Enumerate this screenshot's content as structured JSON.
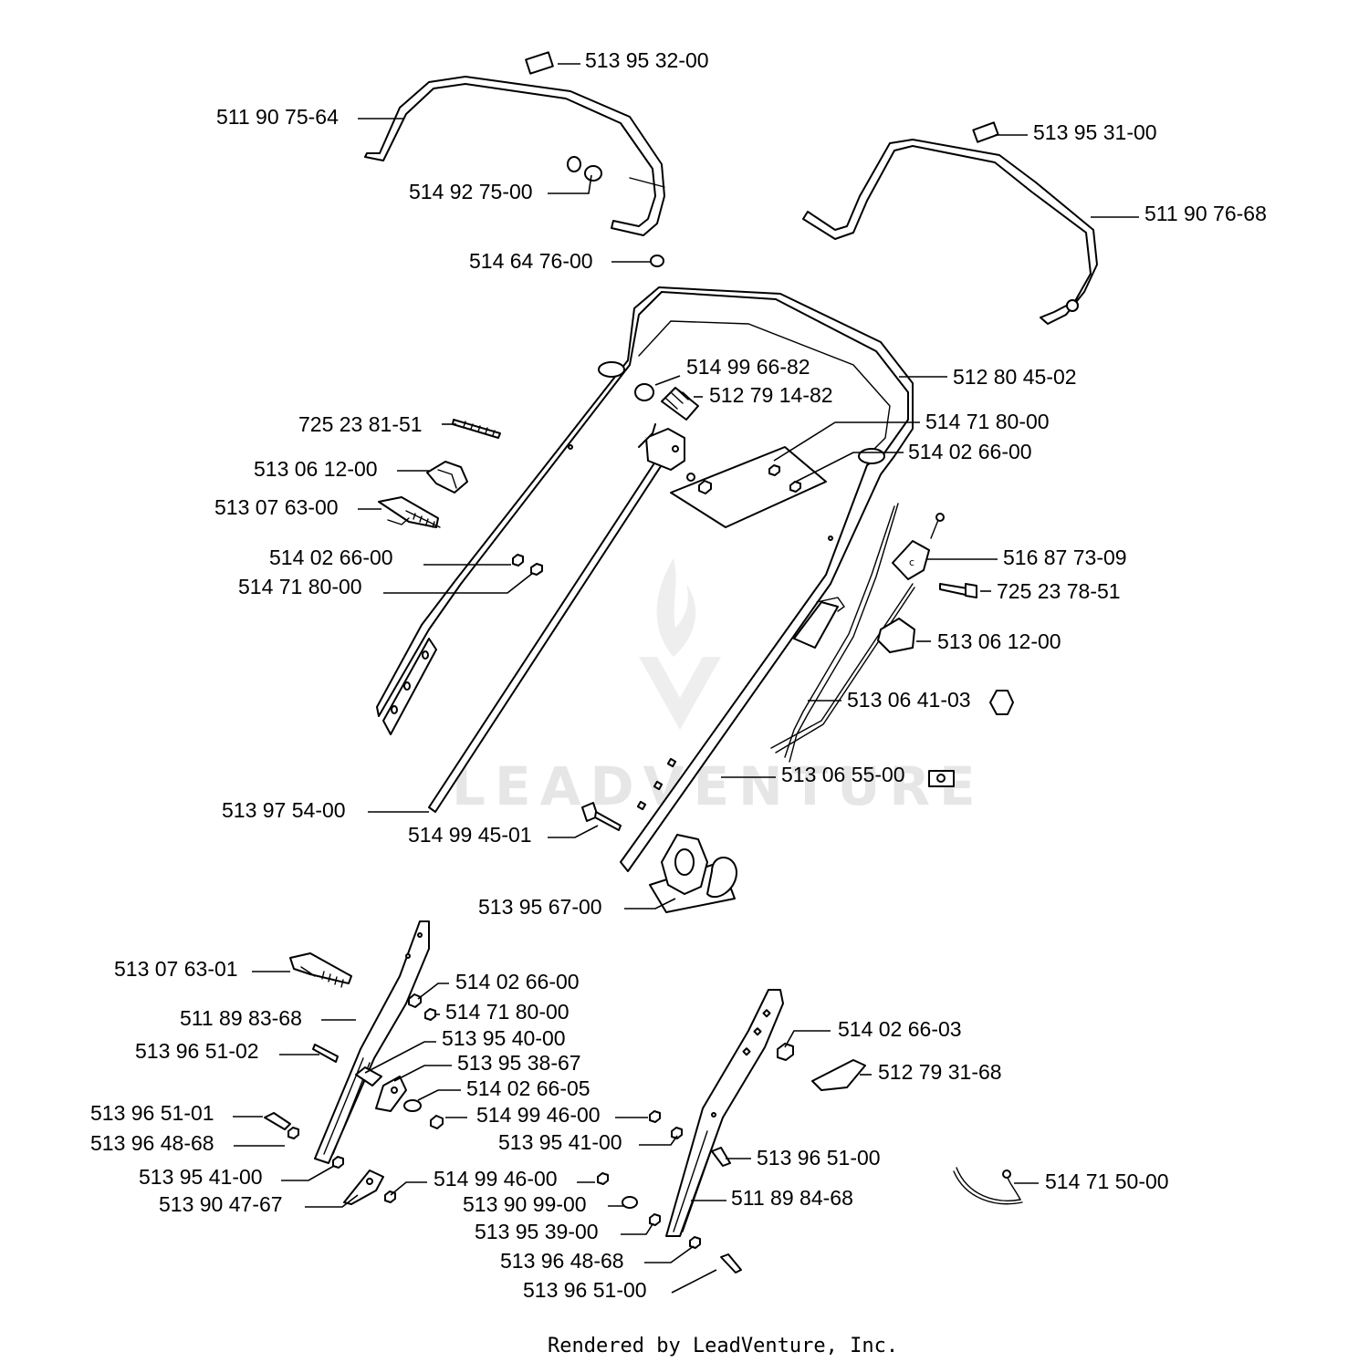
{
  "watermark": "LEADVENTURE",
  "footer": "Rendered by LeadVenture, Inc.",
  "labels": [
    "513 95 32-00",
    "511 90 75-64",
    "514 92 75-00",
    "514 64 76-00",
    "513 95 31-00",
    "511 90 76-68",
    "514 99 66-82",
    "512 79 14-82",
    "512 80 45-02",
    "725 23 81-51",
    "514 71 80-00",
    "514 02 66-00",
    "513 06 12-00",
    "513 07 63-00",
    "514 02 66-00",
    "516 87 73-09",
    "514 71 80-00",
    "725 23 78-51",
    "513 06 12-00",
    "513 06 41-03",
    "513 06 55-00",
    "513 97 54-00",
    "514 99 45-01",
    "513 95 67-00",
    "513 07 63-01",
    "514 02 66-00",
    "514 71 80-00",
    "511 89 83-68",
    "514 02 66-03",
    "513 96 51-02",
    "513 95 40-00",
    "513 95 38-67",
    "512 79 31-68",
    "514 02 66-05",
    "513 96 51-01",
    "514 99 46-00",
    "513 96 48-68",
    "513 95 41-00",
    "513 96 51-00",
    "513 95 41-00",
    "514 99 46-00",
    "514 71 50-00",
    "513 90 47-67",
    "513 90 99-00",
    "511 89 84-68",
    "513 95 39-00",
    "513 96 48-68",
    "513 96 51-00"
  ]
}
